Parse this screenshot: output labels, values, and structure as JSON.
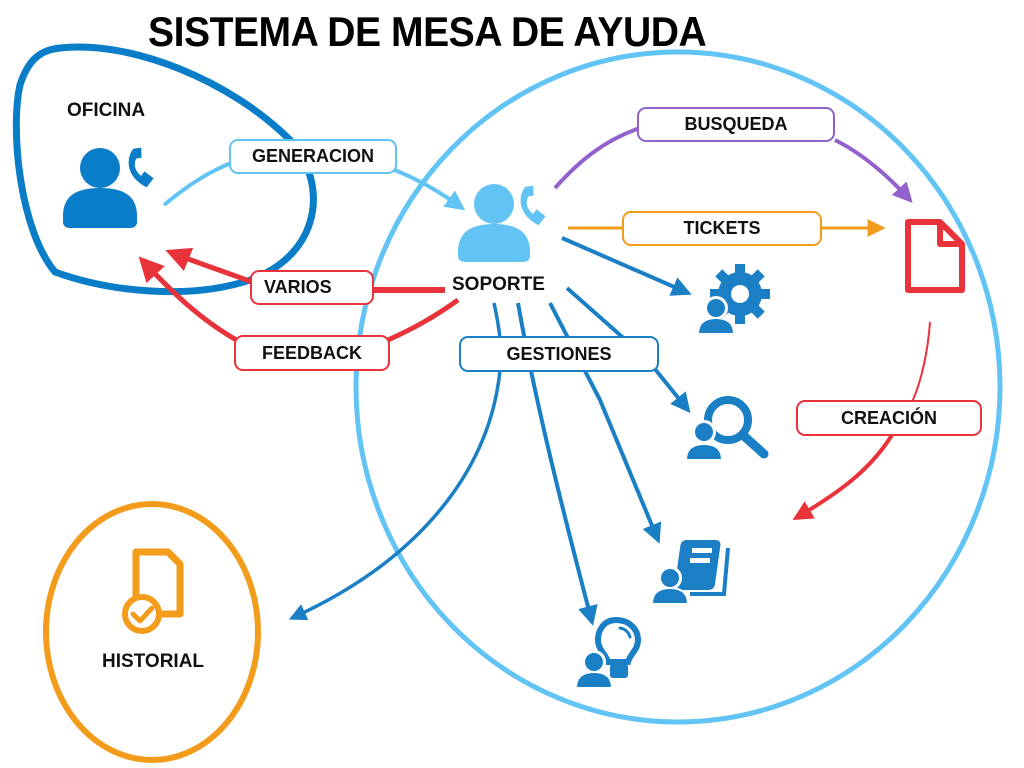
{
  "title": "SISTEMA DE MESA DE AYUDA",
  "colors": {
    "office_blue": "#0a7dc8",
    "support_light_blue": "#62c3f5",
    "feedback_red": "#e8333a",
    "search_purple": "#9361cc",
    "tickets_orange": "#f39b1b",
    "history_orange": "#f39b1b",
    "gestion_blue": "#1a7fc5"
  },
  "nodes": {
    "oficina": {
      "label": "OFICINA",
      "icon": "user-phone-icon"
    },
    "soporte": {
      "label": "SOPORTE",
      "icon": "user-phone-icon"
    },
    "historial": {
      "label": "HISTORIAL",
      "icon": "document-check-icon"
    },
    "ticket_document": {
      "icon": "document-icon"
    },
    "gestion_targets": [
      {
        "icon": "user-gear-icon"
      },
      {
        "icon": "user-search-icon"
      },
      {
        "icon": "user-book-icon"
      },
      {
        "icon": "user-lightbulb-icon"
      }
    ]
  },
  "connections": {
    "generacion": {
      "label": "GENERACION",
      "from": "OFICINA",
      "to": "SOPORTE"
    },
    "varios": {
      "label": "VARIOS",
      "from": "SOPORTE",
      "to": "OFICINA"
    },
    "feedback": {
      "label": "FEEDBACK",
      "from": "SOPORTE",
      "to": "OFICINA"
    },
    "busqueda": {
      "label": "BUSQUEDA",
      "from": "SOPORTE",
      "to": "Documento"
    },
    "tickets": {
      "label": "TICKETS",
      "from": "SOPORTE",
      "to": "Documento"
    },
    "gestiones": {
      "label": "GESTIONES",
      "from": "SOPORTE",
      "to": "Gestiones / Historial"
    },
    "creacion": {
      "label": "CREACIÓN",
      "from": "Documento",
      "to": "Gestiones"
    }
  }
}
